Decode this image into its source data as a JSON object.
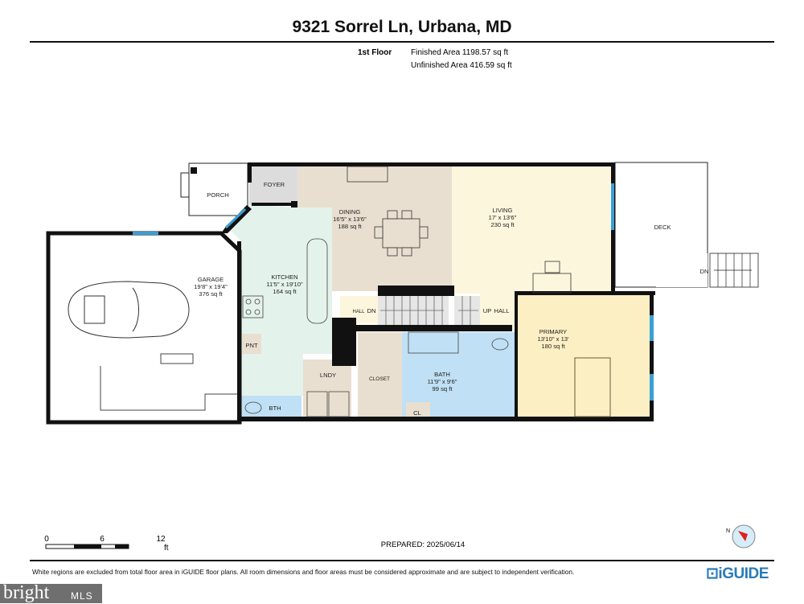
{
  "header": {
    "title": "9321 Sorrel Ln, Urbana, MD",
    "floor_label": "1st Floor",
    "finished_area": "Finished Area 1198.57 sq ft",
    "unfinished_area": "Unfinished Area 416.59 sq ft"
  },
  "rooms": {
    "porch": {
      "name": "PORCH"
    },
    "foyer": {
      "name": "FOYER"
    },
    "dining": {
      "name": "DINING",
      "dims": "16'5\" x 13'6\"",
      "area": "188 sq ft"
    },
    "living": {
      "name": "LIVING",
      "dims": "17' x 13'6\"",
      "area": "230 sq ft"
    },
    "deck": {
      "name": "DECK",
      "stairs": "DN"
    },
    "garage": {
      "name": "GARAGE",
      "dims": "19'8\" x 19'4\"",
      "area": "376 sq ft"
    },
    "kitchen": {
      "name": "KITCHEN",
      "dims": "11'5\" x 19'10\"",
      "area": "164 sq ft"
    },
    "hall_dn": {
      "name": "HALL",
      "stairs": "DN"
    },
    "up_hall": {
      "stairs": "UP",
      "name": "HALL"
    },
    "primary": {
      "name": "PRIMARY",
      "dims": "13'10\" x 13'",
      "area": "180 sq ft"
    },
    "bath": {
      "name": "BATH",
      "dims": "11'9\" x 9'6\"",
      "area": "99 sq ft"
    },
    "closet": {
      "name": "CLOSET"
    },
    "cl": {
      "name": "CL"
    },
    "lndy": {
      "name": "LNDY"
    },
    "pnt": {
      "name": "PNT"
    },
    "bth": {
      "name": "BTH"
    }
  },
  "scale": {
    "ticks": [
      "0",
      "6",
      "12"
    ],
    "unit": "ft"
  },
  "prepared": "PREPARED: 2025/06/14",
  "disclaimer": "White regions are excluded from total floor area in iGUIDE floor plans. All room dimensions and floor areas must be considered approximate and are subject to independent verification.",
  "brand": "iGUIDE",
  "watermark": {
    "brand": "bright",
    "suffix": "MLS"
  },
  "colors": {
    "dining": "#e9dfd0",
    "living": "#fcf6dd",
    "primary": "#fcefc4",
    "kitchen": "#e4f2ec",
    "bath": "#bfe0f5",
    "foyer": "#dcdcdc",
    "window": "#3a9fd6",
    "accent": "#2a7bb5"
  }
}
